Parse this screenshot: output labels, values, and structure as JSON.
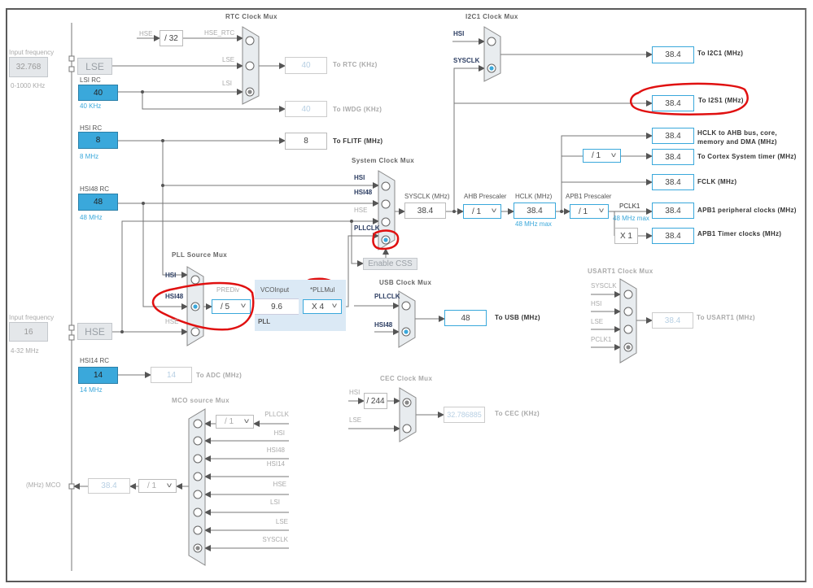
{
  "colors": {
    "accent": "#3aa8db",
    "annotation": "#e01010",
    "mux_fill": "#e8ecef",
    "wire": "#666666",
    "pll_bg": "#dbe9f5"
  },
  "lse_input": {
    "label": "Input frequency",
    "value": "32.768",
    "range": "0-1000 KHz",
    "source": "LSE"
  },
  "hse_input": {
    "label": "Input frequency",
    "value": "16",
    "range": "4-32 MHz",
    "source": "HSE"
  },
  "lsi_rc": {
    "label": "LSI RC",
    "value": "40",
    "unit": "40 KHz"
  },
  "hsi_rc": {
    "label": "HSI RC",
    "value": "8",
    "unit": "8 MHz"
  },
  "hsi48_rc": {
    "label": "HSI48 RC",
    "value": "48",
    "unit": "48 MHz"
  },
  "hsi14_rc": {
    "label": "HSI14 RC",
    "value": "14",
    "unit": "14 MHz"
  },
  "rtc_mux": {
    "title": "RTC Clock Mux",
    "inputs": [
      "HSE_RTC",
      "LSE",
      "LSI"
    ],
    "selected": "LSI",
    "hse_label": "HSE",
    "hse_div": "/ 32"
  },
  "outputs": {
    "rtc": {
      "value": "40",
      "label": "To RTC (KHz)"
    },
    "iwdg": {
      "value": "40",
      "label": "To IWDG (KHz)"
    },
    "flitf": {
      "value": "8",
      "label": "To FLITF (MHz)"
    },
    "adc": {
      "value": "14",
      "label": "To ADC (MHz)"
    },
    "i2c1": {
      "value": "38.4",
      "label": "To I2C1 (MHz)"
    },
    "i2s1": {
      "value": "38.4",
      "label": "To I2S1 (MHz)"
    },
    "hclk_ahb": {
      "value": "38.4",
      "label_1": "HCLK to AHB bus, core,",
      "label_2": "memory and DMA (MHz)"
    },
    "cortex": {
      "value": "38.4",
      "label": "To Cortex System timer (MHz)",
      "divider": "/ 1"
    },
    "fclk": {
      "value": "38.4",
      "label": "FCLK (MHz)"
    },
    "apb1_periph": {
      "value": "38.4",
      "label": "APB1 peripheral clocks (MHz)"
    },
    "apb1_timer": {
      "value": "38.4",
      "label": "APB1 Timer clocks (MHz)",
      "multiplier": "X 1"
    },
    "usb": {
      "value": "48",
      "label": "To USB (MHz)"
    },
    "usart1": {
      "value": "38.4",
      "label": "To USART1 (MHz)"
    },
    "cec": {
      "value": "32.786885",
      "label": "To CEC (KHz)"
    }
  },
  "i2c1_mux": {
    "title": "I2C1 Clock Mux",
    "inputs": [
      "HSI",
      "SYSCLK"
    ],
    "selected": "SYSCLK"
  },
  "system_mux": {
    "title": "System Clock Mux",
    "inputs": [
      "HSI",
      "HSI48",
      "HSE",
      "PLLCLK"
    ],
    "selected": "PLLCLK",
    "enable_css": "Enable CSS"
  },
  "sysclk": {
    "label": "SYSCLK (MHz)",
    "value": "38.4"
  },
  "ahb": {
    "label": "AHB Prescaler",
    "value": "/ 1"
  },
  "hclk": {
    "label": "HCLK (MHz)",
    "value": "38.4",
    "max": "48 MHz max"
  },
  "apb1": {
    "label": "APB1 Prescaler",
    "value": "/ 1",
    "pclk_label": "PCLK1",
    "max": "48 MHz max"
  },
  "pll_source_mux": {
    "title": "PLL Source Mux",
    "inputs": [
      "HSI",
      "HSI48",
      "HSE"
    ],
    "selected": "HSI48"
  },
  "pll": {
    "prediv_label": "PREDiv",
    "prediv": "/ 5",
    "vco_label": "VCOInput",
    "vco_value": "9.6",
    "pll_label": "PLL",
    "mul_label": "*PLLMul",
    "mul": "X 4"
  },
  "usb_mux": {
    "title": "USB Clock Mux",
    "inputs": [
      "PLLCLK",
      "HSI48"
    ],
    "selected": "HSI48"
  },
  "usart1_mux": {
    "title": "USART1 Clock Mux",
    "inputs": [
      "SYSCLK",
      "HSI",
      "LSE",
      "PCLK1"
    ],
    "selected": "PCLK1"
  },
  "cec_mux": {
    "title": "CEC Clock Mux",
    "inputs": [
      "HSI",
      "LSE"
    ],
    "selected": "HSI",
    "hsi_div": "/ 244"
  },
  "mco_mux": {
    "title": "MCO source Mux",
    "inputs": [
      "PLLCLK",
      "HSI",
      "HSI48",
      "HSI14",
      "HSE",
      "LSI",
      "LSE",
      "SYSCLK"
    ],
    "selected": "SYSCLK",
    "pll_div": "/ 1"
  },
  "mco": {
    "label": "(MHz) MCO",
    "value": "38.4",
    "divider": "/ 1"
  }
}
